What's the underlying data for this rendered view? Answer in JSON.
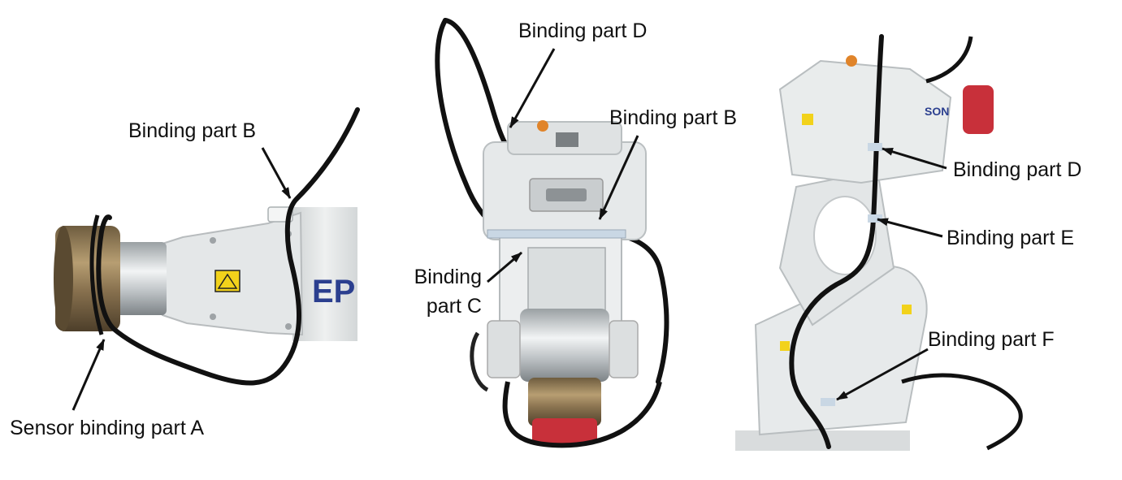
{
  "colors": {
    "background": "#ffffff",
    "robot_body": "#e8eaea",
    "robot_shadow": "#bfc3c4",
    "cable": "#111111",
    "warning_label": "#f2d21b",
    "brand_blue": "#2b3f8f",
    "flange_red": "#c8303a",
    "sensor_bronze": "#8a7350"
  },
  "panels": {
    "left": {
      "brand_text": "EP",
      "labels": {
        "binding_b": "Binding part B",
        "sensor_binding_a": "Sensor binding part A"
      }
    },
    "middle": {
      "labels": {
        "binding_d": "Binding part D",
        "binding_b": "Binding part B",
        "binding_c_line1": "Binding",
        "binding_c_line2": "part C"
      }
    },
    "right": {
      "brand_text": "SON",
      "labels": {
        "binding_d": "Binding part D",
        "binding_e": "Binding part E",
        "binding_f": "Binding part F"
      }
    }
  }
}
